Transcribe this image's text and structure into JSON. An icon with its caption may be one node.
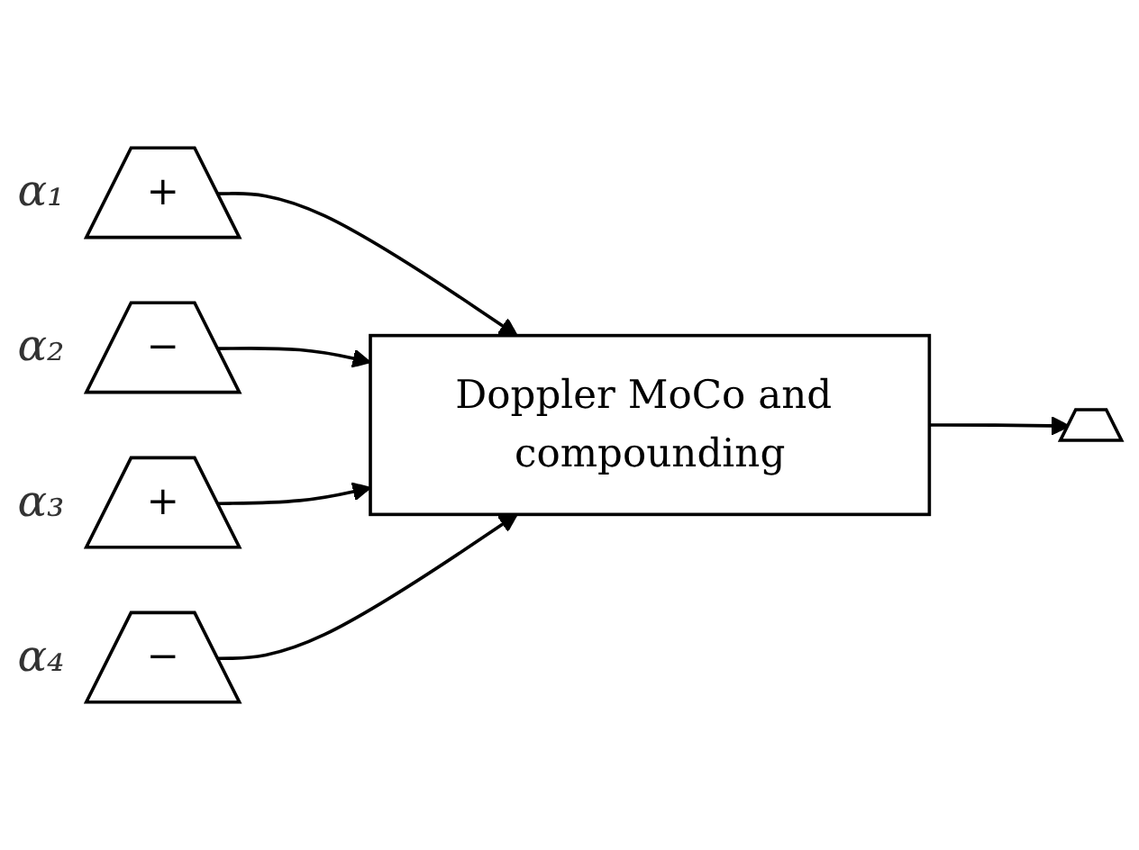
{
  "diagram": {
    "nodes": [
      {
        "text": [
          "+"
        ],
        "beside": [
          "α₁"
        ]
      },
      {
        "text": [
          "−"
        ],
        "beside": [
          "α₂"
        ]
      },
      {
        "text": [
          "+"
        ],
        "beside": [
          "α₃"
        ]
      },
      {
        "text": [
          "−"
        ],
        "beside": [
          "α₄"
        ]
      },
      {
        "text": [
          "Doppler MoCo and compounding"
        ]
      },
      {
        "text": [],
        "shape": "sector"
      }
    ],
    "edges": [
      {
        "from": 0,
        "to": 4,
        "arrow": "to"
      },
      {
        "from": 1,
        "to": 4,
        "arrow": "to"
      },
      {
        "from": 2,
        "to": 4,
        "arrow": "to"
      },
      {
        "from": 3,
        "to": 4,
        "arrow": "to"
      },
      {
        "from": 4,
        "to": 5,
        "arrow": "to"
      }
    ]
  }
}
